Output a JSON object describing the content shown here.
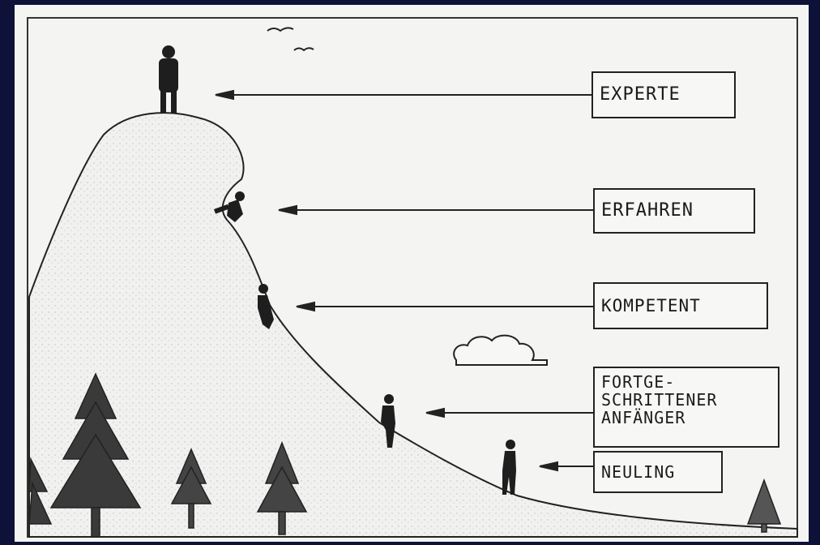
{
  "diagram": {
    "levels": [
      {
        "key": "experte",
        "label": "EXPERTE"
      },
      {
        "key": "erfahren",
        "label": "ERFAHREN"
      },
      {
        "key": "kompetent",
        "label": "KOMPETENT"
      },
      {
        "key": "fortgeschrittener",
        "label": "FORTGE-\nSCHRITTENER\nANFÄNGER"
      },
      {
        "key": "neuling",
        "label": "NEULING"
      }
    ]
  },
  "colors": {
    "background": "#0e1238",
    "paper": "#f4f4f2",
    "ink": "#1a1a1a"
  }
}
